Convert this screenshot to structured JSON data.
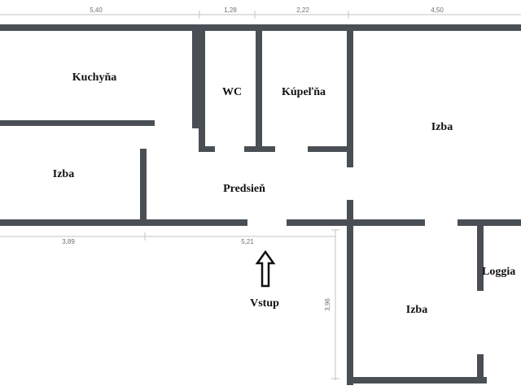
{
  "floorplan": {
    "rooms": {
      "kitchen": "Kuchyňa",
      "wc": "WC",
      "bathroom": "Kúpeľňa",
      "room_upper_right": "Izba",
      "room_left": "Izba",
      "hall": "Predsieň",
      "room_lower_right": "Izba",
      "loggia": "Loggia"
    },
    "entrance_label": "Vstup",
    "dimensions": {
      "top_1": "5,40",
      "top_2": "1,28",
      "top_3": "2,22",
      "top_4": "4,50",
      "bottom_1": "3,89",
      "bottom_2": "5,21",
      "side_1": "3,96"
    },
    "colors": {
      "wall": "#4a4f55",
      "dimension_line": "#bfc3c7"
    }
  }
}
